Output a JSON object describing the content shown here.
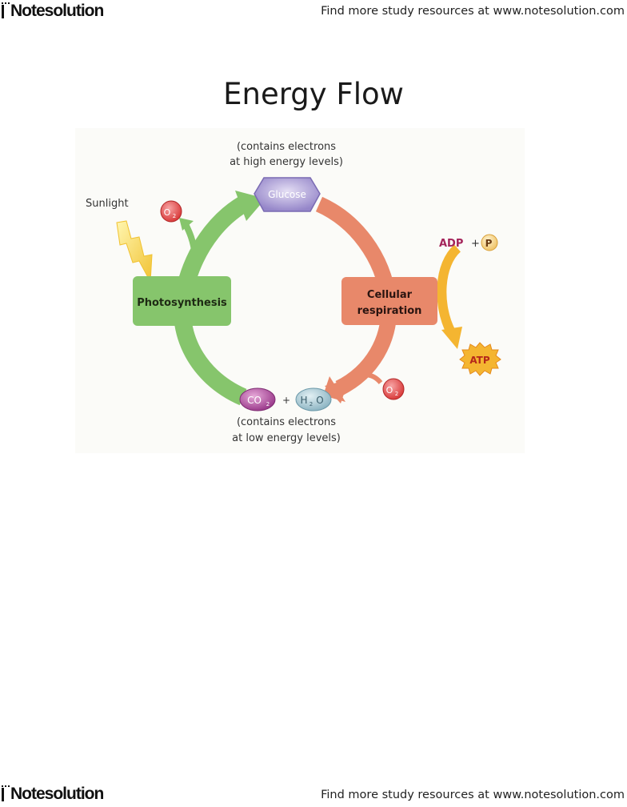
{
  "header": {
    "logo": "Notesolution",
    "tagline": "Find more study resources at www.notesolution.com"
  },
  "footer": {
    "logo": "Notesolution",
    "tagline": "Find more study resources at www.notesolution.com"
  },
  "page_title": "Energy Flow",
  "diagram": {
    "top_note_line1": "(contains electrons",
    "top_note_line2": "at high energy levels)",
    "glucose": "Glucose",
    "sunlight": "Sunlight",
    "o2_main": "O",
    "o2_sub": "2",
    "photosynthesis": "Photosynthesis",
    "cellular_line1": "Cellular",
    "cellular_line2": "respiration",
    "adp": "ADP",
    "plus": "+",
    "p": "P",
    "atp": "ATP",
    "co2_main": "CO",
    "co2_sub": "2",
    "h2o_h": "H",
    "h2o_sub": "2",
    "h2o_o": "O",
    "bottom_note_line1": "(contains electrons",
    "bottom_note_line2": "at low energy levels)",
    "colors": {
      "photosynthesis": "#86c56c",
      "respiration": "#e8886a",
      "glucose": "#a99ad6",
      "atp": "#f4b531",
      "o2": "#e04848"
    }
  }
}
